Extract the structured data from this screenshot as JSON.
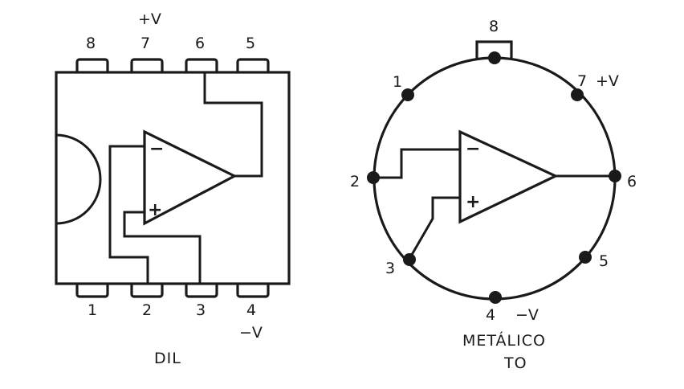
{
  "dil": {
    "caption": "DIL",
    "top_pins": [
      "8",
      "7",
      "6",
      "5"
    ],
    "bottom_pins": [
      "1",
      "2",
      "3",
      "4"
    ],
    "supply_plus": "+V",
    "supply_minus": "−V",
    "inverting": "−",
    "noninverting": "+"
  },
  "to": {
    "caption_line1": "METÁLICO",
    "caption_line2": "TO",
    "pins": {
      "p1": "1",
      "p2": "2",
      "p3": "3",
      "p4": "4",
      "p5": "5",
      "p6": "6",
      "p7": "7",
      "p8": "8"
    },
    "supply_plus": "+V",
    "supply_minus": "−V",
    "inverting": "−",
    "noninverting": "+"
  },
  "colors": {
    "ink": "#1a1a1a",
    "paper": "#ffffff"
  }
}
